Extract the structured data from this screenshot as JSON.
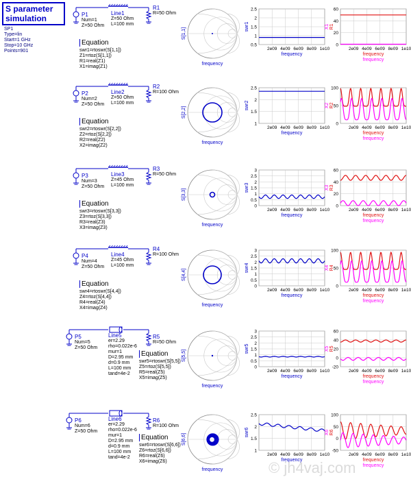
{
  "title": {
    "line1": "S parameter",
    "line2": "simulation"
  },
  "sp": [
    "SP1",
    "Type=lin",
    "Start=1 GHz",
    "Stop=10 GHz",
    "Points=901"
  ],
  "colors": {
    "blue": "#0000c8",
    "red": "#e01010",
    "magenta": "#ff00ff",
    "grid": "#c8c8c8"
  },
  "axis_label": "frequency",
  "x_ticks": [
    "2e09",
    "4e09",
    "6e09",
    "8e09",
    "1e10"
  ],
  "rows": [
    {
      "port": [
        "P1",
        "Num=1",
        "Z=50 Ohm"
      ],
      "line": [
        "Line1",
        "Z=50 Ohm",
        "L=100 mm"
      ],
      "res": [
        "R1",
        "R=50 Ohm"
      ],
      "eq_title": "Equation",
      "eq": [
        "swr1=rtoswr(S[1,1])",
        "Z1=rtoz(S[1,1])",
        "R1=real(Z1)",
        "X1=imag(Z1)"
      ],
      "smith_label": "S[1,1]",
      "swr_label": "swr1",
      "swr_yticks": [
        "2.5",
        "2",
        "1.5",
        "1",
        "0.5"
      ],
      "rx_labels": [
        "X1",
        "R1"
      ],
      "rx_yticks": [
        "60",
        "40",
        "20",
        "0"
      ],
      "rx_freq2": "frequency"
    },
    {
      "port": [
        "P2",
        "Num=2",
        "Z=50 Ohm"
      ],
      "line": [
        "Line2",
        "Z=50 Ohm",
        "L=100 mm"
      ],
      "res": [
        "R2",
        "R=100 Ohm"
      ],
      "eq_title": "Equation",
      "eq": [
        "swr2=rtoswr(S[2,2])",
        "Z2=rtoz(S[2,2])",
        "R2=real(Z2)",
        "X2=imag(Z2)"
      ],
      "smith_label": "S[2,2]",
      "swr_label": "swr2",
      "swr_yticks": [
        "2.5",
        "2",
        "1.5",
        "1"
      ],
      "rx_labels": [
        "X2",
        "R2"
      ],
      "rx_yticks": [
        "100",
        "50",
        "0"
      ],
      "rx_freq2": "frequency"
    },
    {
      "port": [
        "P3",
        "Num=3",
        "Z=50 Ohm"
      ],
      "line": [
        "Line3",
        "Z=45 Ohm",
        "L=100 mm"
      ],
      "res": [
        "R3",
        "R=50 Ohm"
      ],
      "eq_title": "Equation",
      "eq": [
        "swr3=rtoswr(S[3,3])",
        "Z3=rtoz(S[3,3])",
        "R3=real(Z3)",
        "X3=imag(Z3)"
      ],
      "smith_label": "S[3,3]",
      "swr_label": "swr3",
      "swr_yticks": [
        "3",
        "2.5",
        "2",
        "1.5",
        "1",
        "0.5",
        "0"
      ],
      "rx_labels": [
        "X3",
        "R3"
      ],
      "rx_yticks": [
        "60",
        "40",
        "20",
        "0"
      ],
      "rx_freq2": "frequency"
    },
    {
      "port": [
        "P4",
        "Num=4",
        "Z=50 Ohm"
      ],
      "line": [
        "Line4",
        "Z=45 Ohm",
        "L=100 mm"
      ],
      "res": [
        "R4",
        "R=100 Ohm"
      ],
      "eq_title": "Equation",
      "eq": [
        "swr4=rtoswr(S[4,4])",
        "Z4=rtoz(S[4,4])",
        "R4=real(Z4)",
        "X4=imag(Z4)"
      ],
      "smith_label": "S[4,4]",
      "swr_label": "swr4",
      "swr_yticks": [
        "3",
        "2.5",
        "2",
        "1.5",
        "1",
        "0.5",
        "0"
      ],
      "rx_labels": [
        "X4",
        "R4"
      ],
      "rx_yticks": [
        "100",
        "50",
        "0"
      ],
      "rx_freq2": "frequency"
    },
    {
      "port": [
        "P5",
        "Num=5",
        "Z=50 Ohm"
      ],
      "line": [
        "Line5",
        "er=2.29",
        "rho=0.022e-6",
        "mur=1",
        "D=2.95 mm",
        "d=0.9 mm",
        "L=100 mm",
        "tand=4e-2"
      ],
      "res": [
        "R5",
        "R=50 Ohm"
      ],
      "eq_title": "Equation",
      "eq": [
        "swr5=rtoswr(S[5,5])",
        "Z5=rtoz(S[5,5])",
        "R5=real(Z5)",
        "X5=imag(Z5)"
      ],
      "smith_label": "S[5,5]",
      "swr_label": "swr5",
      "swr_yticks": [
        "3",
        "2.5",
        "2",
        "1.5",
        "1",
        "0.5",
        "0"
      ],
      "rx_labels": [
        "X5",
        "R5"
      ],
      "rx_yticks": [
        "60",
        "40",
        "20",
        "0",
        "-20"
      ],
      "rx_freq2": "frequency"
    },
    {
      "port": [
        "P6",
        "Num=6",
        "Z=50 Ohm"
      ],
      "line": [
        "Line6",
        "er=2.29",
        "rho=0.022e-6",
        "mur=1",
        "D=2.95 mm",
        "d=0.9 mm",
        "L=100 mm",
        "tand=4e-2"
      ],
      "res": [
        "R6",
        "R=100 Ohm"
      ],
      "eq_title": "Equation",
      "eq": [
        "swr6=rtoswr(S[6,6])",
        "Z6=rtoz(S[6,6])",
        "R6=real(Z6)",
        "X6=imag(Z6)"
      ],
      "smith_label": "S[6,6]",
      "swr_label": "swr6",
      "swr_yticks": [
        "2.5",
        "2",
        "1.5",
        "1"
      ],
      "rx_labels": [
        "X6",
        "R6"
      ],
      "rx_yticks": [
        "100",
        "50",
        "0",
        "-50"
      ],
      "rx_freq2": "frequency"
    }
  ],
  "watermark": "© jh4vaj.com"
}
